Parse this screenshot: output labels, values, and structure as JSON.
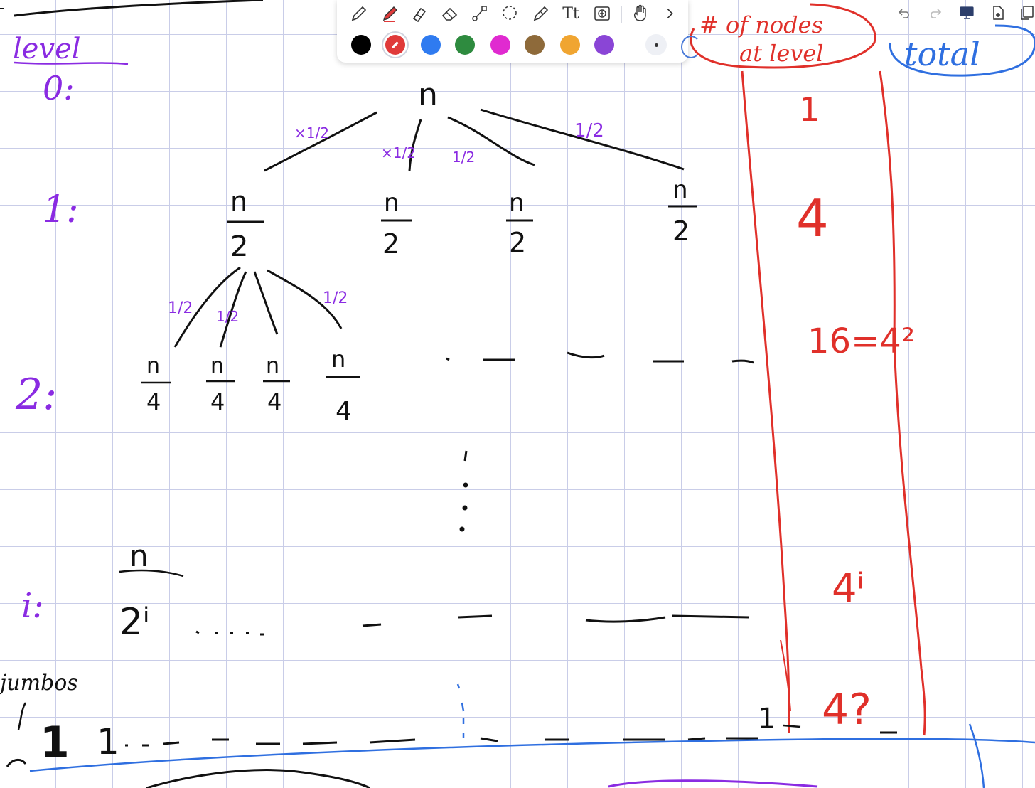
{
  "toolbar": {
    "tools": [
      {
        "name": "pen",
        "icon": "pen-icon"
      },
      {
        "name": "highlighter",
        "icon": "highlighter-icon"
      },
      {
        "name": "marker",
        "icon": "marker-icon"
      },
      {
        "name": "eraser",
        "icon": "eraser-icon"
      },
      {
        "name": "shape",
        "icon": "shape-icon"
      },
      {
        "name": "lasso",
        "icon": "lasso-icon"
      },
      {
        "name": "laser",
        "icon": "laser-pointer-icon"
      },
      {
        "name": "text",
        "icon": "text-icon",
        "label": "Tt"
      },
      {
        "name": "image",
        "icon": "image-icon"
      },
      {
        "name": "hand",
        "icon": "hand-icon"
      },
      {
        "name": "more",
        "icon": "chevron-right-icon"
      }
    ],
    "colors": [
      {
        "name": "black",
        "hex": "#000000"
      },
      {
        "name": "red",
        "hex": "#e03a3a",
        "selected": true
      },
      {
        "name": "blue",
        "hex": "#2f7bf0"
      },
      {
        "name": "green",
        "hex": "#2e8b3f"
      },
      {
        "name": "magenta",
        "hex": "#e02ad0"
      },
      {
        "name": "brown",
        "hex": "#8e6a3a"
      },
      {
        "name": "orange",
        "hex": "#f0a531"
      },
      {
        "name": "purple",
        "hex": "#8a45d6"
      }
    ]
  },
  "controls": {
    "undo": "undo-icon",
    "redo": "redo-icon",
    "present": "monitor-icon",
    "page_add": "add-page-icon",
    "pages": "pages-icon"
  },
  "notes": {
    "header_level": "level",
    "level0": "0:",
    "level1": "1:",
    "level2": "2:",
    "leveli": "i:",
    "root": "n",
    "half": "1/2",
    "half_times": "×1/2",
    "n_over_2": "n/2",
    "n_over_4": "n/4",
    "n_over_2i_num": "n",
    "n_over_2i_den": "2ⁱ",
    "base_ones": "1  1",
    "base_label": "jumbos",
    "col_nodes_line1": "# of nodes",
    "col_nodes_line2": "at level",
    "col_total": "total",
    "count_1": "1",
    "count_4": "4",
    "count_16": "16=4²",
    "count_4i": "4ⁱ",
    "count_4q": "4?",
    "bottom_one": "1",
    "accent_level": "#8a2be2",
    "accent_tree": "#111111",
    "accent_count": "#e0302a",
    "accent_total": "#2f6fe0"
  }
}
